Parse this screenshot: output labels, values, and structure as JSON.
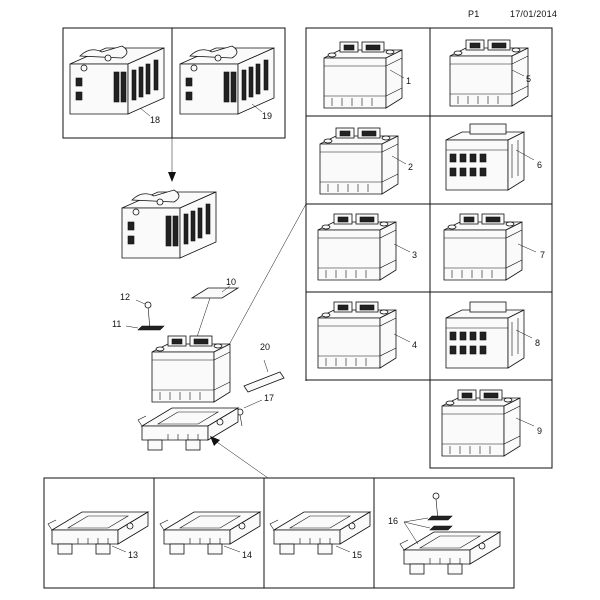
{
  "header": {
    "page_id": "P1",
    "date": "17/01/2014"
  },
  "callouts": {
    "c1": "1",
    "c2": "2",
    "c3": "3",
    "c4": "4",
    "c5": "5",
    "c6": "6",
    "c7": "7",
    "c8": "8",
    "c9": "9",
    "c10": "10",
    "c11": "11",
    "c12": "12",
    "c13": "13",
    "c14": "14",
    "c15": "15",
    "c16": "16",
    "c17": "17",
    "c18": "18",
    "c19": "19",
    "c20": "20"
  }
}
